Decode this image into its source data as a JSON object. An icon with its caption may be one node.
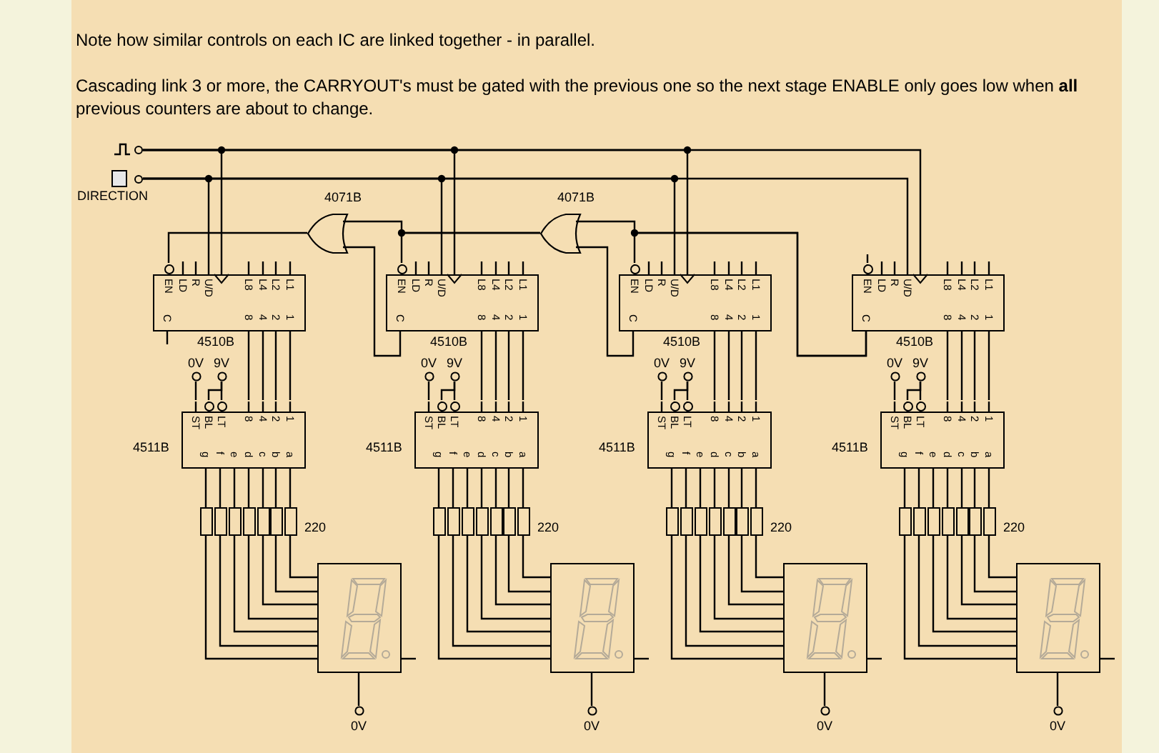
{
  "diagram": {
    "nodes": [
      {
        "text": [],
        "shape": "picture"
      },
      {
        "text": [
          "DIRECTION"
        ]
      },
      {
        "text": [
          "4071B"
        ]
      },
      {
        "text": [
          "4071B"
        ]
      },
      {
        "text": [
          "EN",
          "LD",
          "R",
          "U/D",
          "L8",
          "L4",
          "L2",
          "L1",
          "C",
          "8",
          "4",
          "2",
          "1",
          "4510B"
        ]
      },
      {
        "text": [
          "EN",
          "LD",
          "R",
          "U/D",
          "L8",
          "L4",
          "L2",
          "L1",
          "C",
          "8",
          "4",
          "2",
          "1",
          "4510B"
        ]
      },
      {
        "text": [
          "EN",
          "LD",
          "R",
          "U/D",
          "L8",
          "L4",
          "L2",
          "L1",
          "C",
          "8",
          "4",
          "2",
          "1",
          "4510B"
        ]
      },
      {
        "text": [
          "EN",
          "LD",
          "R",
          "U/D",
          "L8",
          "L4",
          "L2",
          "L1",
          "C",
          "8",
          "4",
          "2",
          "1",
          "4510B"
        ]
      },
      {
        "text": [
          "0V"
        ]
      },
      {
        "text": [
          "9V"
        ]
      },
      {
        "text": [
          "0V"
        ]
      },
      {
        "text": [
          "9V"
        ]
      },
      {
        "text": [
          "0V"
        ]
      },
      {
        "text": [
          "9V"
        ]
      },
      {
        "text": [
          "0V"
        ]
      },
      {
        "text": [
          "9V"
        ]
      },
      {
        "text": [
          "4511B",
          "ST",
          "BL",
          "LT",
          "8",
          "4",
          "2",
          "1",
          "g",
          "f",
          "e",
          "d",
          "c",
          "b",
          "a"
        ]
      },
      {
        "text": [
          "4511B",
          "ST",
          "BL",
          "LT",
          "8",
          "4",
          "2",
          "1",
          "g",
          "f",
          "e",
          "d",
          "c",
          "b",
          "a"
        ]
      },
      {
        "text": [
          "4511B",
          "ST",
          "BL",
          "LT",
          "8",
          "4",
          "2",
          "1",
          "g",
          "f",
          "e",
          "d",
          "c",
          "b",
          "a"
        ]
      },
      {
        "text": [
          "4511B",
          "ST",
          "BL",
          "LT",
          "8",
          "4",
          "2",
          "1",
          "g",
          "f",
          "e",
          "d",
          "c",
          "b",
          "a"
        ]
      },
      {
        "text": [],
        "shape": "box"
      },
      {
        "text": [],
        "shape": "box"
      },
      {
        "text": [],
        "shape": "box"
      },
      {
        "text": [],
        "shape": "box"
      },
      {
        "text": [],
        "shape": "box"
      },
      {
        "text": [],
        "shape": "box"
      },
      {
        "text": [],
        "shape": "box"
      },
      {
        "text": [],
        "shape": "box"
      },
      {
        "text": [],
        "shape": "box"
      },
      {
        "text": [],
        "shape": "box"
      },
      {
        "text": [],
        "shape": "box"
      },
      {
        "text": [],
        "shape": "box"
      },
      {
        "text": [],
        "shape": "box"
      },
      {
        "text": [],
        "shape": "box"
      },
      {
        "text": [],
        "shape": "box"
      },
      {
        "text": [],
        "shape": "box"
      },
      {
        "text": [],
        "shape": "box"
      },
      {
        "text": [],
        "shape": "box"
      },
      {
        "text": [],
        "shape": "box"
      },
      {
        "text": [],
        "shape": "box"
      },
      {
        "text": [],
        "shape": "box"
      },
      {
        "text": [],
        "shape": "box"
      },
      {
        "text": [],
        "shape": "box"
      },
      {
        "text": [],
        "shape": "box"
      },
      {
        "text": [],
        "shape": "box"
      },
      {
        "text": [],
        "shape": "box"
      },
      {
        "text": [],
        "shape": "box"
      },
      {
        "text": [],
        "shape": "box"
      },
      {
        "text": [],
        "shape": "box"
      },
      {
        "text": [],
        "shape": "box"
      },
      {
        "text": [],
        "shape": "box"
      },
      {
        "text": [],
        "shape": "box"
      },
      {
        "text": [
          "0V"
        ]
      },
      {
        "text": [
          "0V"
        ]
      },
      {
        "text": [
          "0V"
        ]
      },
      {
        "text": [
          "0V"
        ]
      }
    ],
    "edges": [
      {
        "from": 0,
        "to": 4,
        "arrow": "none"
      },
      {
        "from": 0,
        "to": 5,
        "arrow": "none"
      },
      {
        "from": 0,
        "to": 6,
        "arrow": "none"
      },
      {
        "from": 0,
        "to": 7,
        "arrow": "none"
      },
      {
        "from": 1,
        "to": 4,
        "arrow": "none"
      },
      {
        "from": 1,
        "to": 5,
        "arrow": "none"
      },
      {
        "from": 1,
        "to": 6,
        "arrow": "none"
      },
      {
        "from": 1,
        "to": 7,
        "arrow": "none"
      },
      {
        "from": 2,
        "to": 4,
        "arrow": "none"
      },
      {
        "from": 3,
        "to": 5,
        "arrow": "none"
      },
      {
        "from": 3,
        "to": 2,
        "arrow": "none"
      },
      {
        "from": 5,
        "to": 2,
        "arrow": "none"
      },
      {
        "from": 7,
        "to": 6,
        "arrow": "none"
      },
      {
        "from": 7,
        "to": 3,
        "arrow": "none"
      },
      {
        "from": 6,
        "to": 3,
        "arrow": "none"
      },
      {
        "from": 4,
        "to": 16,
        "arrow": "none"
      },
      {
        "from": 4,
        "to": 16,
        "arrow": "none"
      },
      {
        "from": 4,
        "to": 16,
        "arrow": "none"
      },
      {
        "from": 4,
        "to": 16,
        "arrow": "none"
      },
      {
        "from": 8,
        "to": 16,
        "arrow": "none"
      },
      {
        "from": 9,
        "to": 16,
        "arrow": "none"
      },
      {
        "from": 9,
        "to": 16,
        "arrow": "none"
      },
      {
        "from": 16,
        "to": 20,
        "arrow": "none"
      },
      {
        "from": 16,
        "to": 21,
        "arrow": "none"
      },
      {
        "from": 16,
        "to": 22,
        "arrow": "none"
      },
      {
        "from": 16,
        "to": 23,
        "arrow": "none"
      },
      {
        "from": 16,
        "to": 24,
        "arrow": "none"
      },
      {
        "from": 16,
        "to": 25,
        "arrow": "none"
      },
      {
        "from": 16,
        "to": 26,
        "arrow": "none"
      },
      {
        "from": 20,
        "to": 48,
        "arrow": "none"
      },
      {
        "from": 21,
        "to": 48,
        "arrow": "none"
      },
      {
        "from": 22,
        "to": 48,
        "arrow": "none"
      },
      {
        "from": 23,
        "to": 48,
        "arrow": "none"
      },
      {
        "from": 24,
        "to": 48,
        "arrow": "none"
      },
      {
        "from": 25,
        "to": 48,
        "arrow": "none"
      },
      {
        "from": 26,
        "to": 48,
        "arrow": "none"
      },
      {
        "from": 48,
        "to": 52,
        "arrow": "none"
      },
      {
        "from": 5,
        "to": 17,
        "arrow": "none"
      },
      {
        "from": 5,
        "to": 17,
        "arrow": "none"
      },
      {
        "from": 5,
        "to": 17,
        "arrow": "none"
      },
      {
        "from": 5,
        "to": 17,
        "arrow": "none"
      },
      {
        "from": 10,
        "to": 17,
        "arrow": "none"
      },
      {
        "from": 11,
        "to": 17,
        "arrow": "none"
      },
      {
        "from": 11,
        "to": 17,
        "arrow": "none"
      },
      {
        "from": 17,
        "to": 27,
        "arrow": "none"
      },
      {
        "from": 17,
        "to": 28,
        "arrow": "none"
      },
      {
        "from": 17,
        "to": 29,
        "arrow": "none"
      },
      {
        "from": 17,
        "to": 30,
        "arrow": "none"
      },
      {
        "from": 17,
        "to": 31,
        "arrow": "none"
      },
      {
        "from": 17,
        "to": 32,
        "arrow": "none"
      },
      {
        "from": 17,
        "to": 33,
        "arrow": "none"
      },
      {
        "from": 27,
        "to": 49,
        "arrow": "none"
      },
      {
        "from": 28,
        "to": 49,
        "arrow": "none"
      },
      {
        "from": 29,
        "to": 49,
        "arrow": "none"
      },
      {
        "from": 30,
        "to": 49,
        "arrow": "none"
      },
      {
        "from": 31,
        "to": 49,
        "arrow": "none"
      },
      {
        "from": 32,
        "to": 49,
        "arrow": "none"
      },
      {
        "from": 33,
        "to": 49,
        "arrow": "none"
      },
      {
        "from": 49,
        "to": 53,
        "arrow": "none"
      },
      {
        "from": 6,
        "to": 18,
        "arrow": "none"
      },
      {
        "from": 6,
        "to": 18,
        "arrow": "none"
      },
      {
        "from": 6,
        "to": 18,
        "arrow": "none"
      },
      {
        "from": 6,
        "to": 18,
        "arrow": "none"
      },
      {
        "from": 12,
        "to": 18,
        "arrow": "none"
      },
      {
        "from": 13,
        "to": 18,
        "arrow": "none"
      },
      {
        "from": 13,
        "to": 18,
        "arrow": "none"
      },
      {
        "from": 18,
        "to": 34,
        "arrow": "none"
      },
      {
        "from": 18,
        "to": 35,
        "arrow": "none"
      },
      {
        "from": 18,
        "to": 36,
        "arrow": "none"
      },
      {
        "from": 18,
        "to": 37,
        "arrow": "none"
      },
      {
        "from": 18,
        "to": 38,
        "arrow": "none"
      },
      {
        "from": 18,
        "to": 39,
        "arrow": "none"
      },
      {
        "from": 18,
        "to": 40,
        "arrow": "none"
      },
      {
        "from": 34,
        "to": 50,
        "arrow": "none"
      },
      {
        "from": 35,
        "to": 50,
        "arrow": "none"
      },
      {
        "from": 36,
        "to": 50,
        "arrow": "none"
      },
      {
        "from": 37,
        "to": 50,
        "arrow": "none"
      },
      {
        "from": 38,
        "to": 50,
        "arrow": "none"
      },
      {
        "from": 39,
        "to": 50,
        "arrow": "none"
      },
      {
        "from": 40,
        "to": 50,
        "arrow": "none"
      },
      {
        "from": 50,
        "to": 54,
        "arrow": "none"
      },
      {
        "from": 7,
        "to": 19,
        "arrow": "none"
      },
      {
        "from": 7,
        "to": 19,
        "arrow": "none"
      },
      {
        "from": 7,
        "to": 19,
        "arrow": "none"
      },
      {
        "from": 7,
        "to": 19,
        "arrow": "none"
      },
      {
        "from": 14,
        "to": 19,
        "arrow": "none"
      },
      {
        "from": 15,
        "to": 19,
        "arrow": "none"
      },
      {
        "from": 15,
        "to": 19,
        "arrow": "none"
      },
      {
        "from": 19,
        "to": 41,
        "arrow": "none"
      },
      {
        "from": 19,
        "to": 42,
        "arrow": "none"
      },
      {
        "from": 19,
        "to": 43,
        "arrow": "none"
      },
      {
        "from": 19,
        "to": 44,
        "arrow": "none"
      },
      {
        "from": 19,
        "to": 45,
        "arrow": "none"
      },
      {
        "from": 19,
        "to": 46,
        "arrow": "none"
      },
      {
        "from": 19,
        "to": 47,
        "arrow": "none"
      },
      {
        "from": 41,
        "to": 51,
        "arrow": "none"
      },
      {
        "from": 42,
        "to": 51,
        "arrow": "none"
      },
      {
        "from": 43,
        "to": 51,
        "arrow": "none"
      },
      {
        "from": 44,
        "to": 51,
        "arrow": "none"
      },
      {
        "from": 45,
        "to": 51,
        "arrow": "none"
      },
      {
        "from": 46,
        "to": 51,
        "arrow": "none"
      },
      {
        "from": 47,
        "to": 51,
        "arrow": "none"
      },
      {
        "from": 51,
        "to": 55,
        "arrow": "none"
      }
    ],
    "labels": [
      "Note how similar controls on each IC are linked together - in parallel.",
      "Cascading link 3 or more, the CARRYOUT's must be gated with the previous one so the next stage ENABLE only goes low when **all** previous counters are about to change.",
      "220",
      "220",
      "220",
      "220"
    ]
  }
}
